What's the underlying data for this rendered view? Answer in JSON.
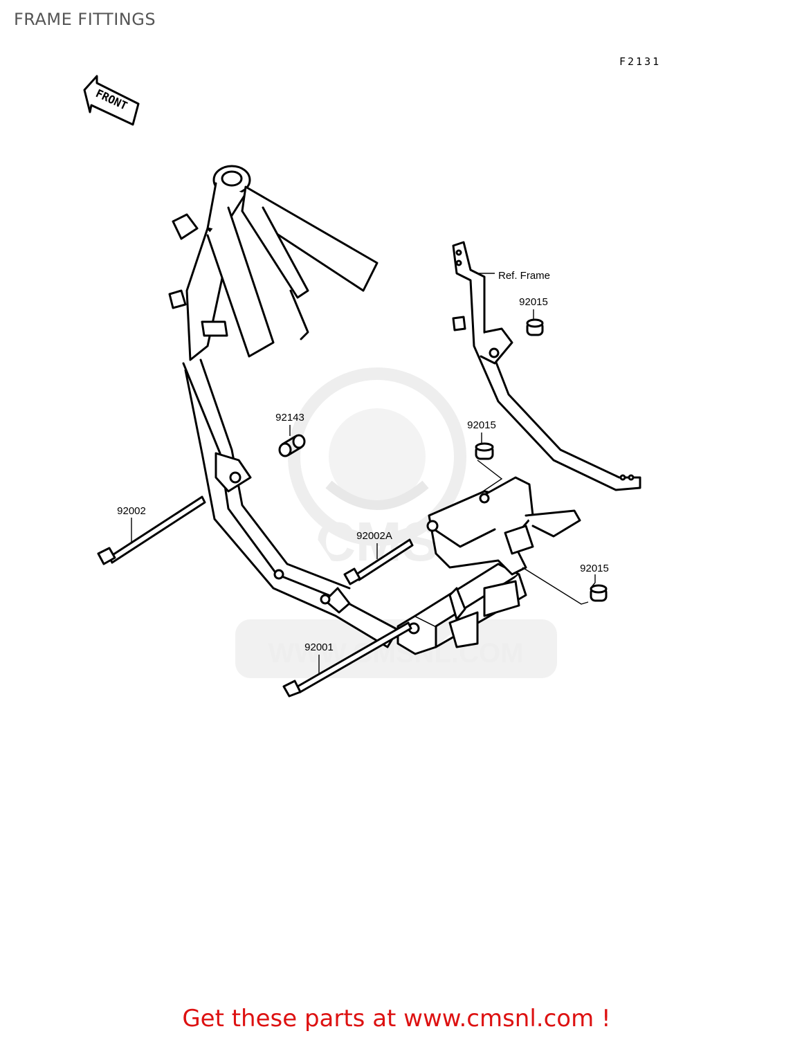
{
  "page_title": "FRAME FITTINGS",
  "figure_code": "F2131",
  "direction_label": "FRONT",
  "watermark": {
    "text": "WWW.CMSNL.COM",
    "logo_text": "CMS",
    "color": "#eeeeee"
  },
  "reference_label": "Ref. Frame",
  "parts": [
    {
      "number": "92015"
    },
    {
      "number": "92143"
    },
    {
      "number": "92015"
    },
    {
      "number": "92002"
    },
    {
      "number": "92002A"
    },
    {
      "number": "92015"
    },
    {
      "number": "92001"
    }
  ],
  "footer": {
    "text": "Get these parts at www.cmsnl.com !",
    "color": "#dd1111"
  }
}
